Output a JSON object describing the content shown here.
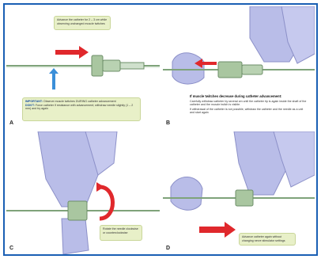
{
  "panels": {
    "a": {
      "label": "A",
      "note_top": "Advance the catheter for 2 – 3 cm while observing unchanged muscle twitches",
      "important_title": "IMPORTANT:",
      "important_body": "Observe muscle twitches DURING catheter advancement",
      "dont_title": "DON'T:",
      "dont_body": "Force catheter if resistance with advancement; withdraw needle slightly (1 – 2 mm) and try again"
    },
    "b": {
      "label": "B",
      "heading": "If muscle twitches decrease during catheter advancement:",
      "body1": "Carefully withdraw catheter by several cm until the catheter tip is again inside the shaft of the catheter and the muscle twitch is visible.",
      "body2": "If withdrawal of the catheter is not possible, withdraw the catheter and the needle as a unit and start again"
    },
    "c": {
      "label": "C",
      "note": "Rotate the needle clockwise or counterclockwise"
    },
    "d": {
      "label": "D",
      "note": "Advance catheter again without changing nerve stimulator settings"
    }
  },
  "colors": {
    "border": "#1a5fb4",
    "note_bg": "#e8f0c8",
    "arrow_red": "#e0282c",
    "arrow_blue": "#3b8fd9",
    "glove": "#b9bde8",
    "device": "#a9c6a0"
  }
}
